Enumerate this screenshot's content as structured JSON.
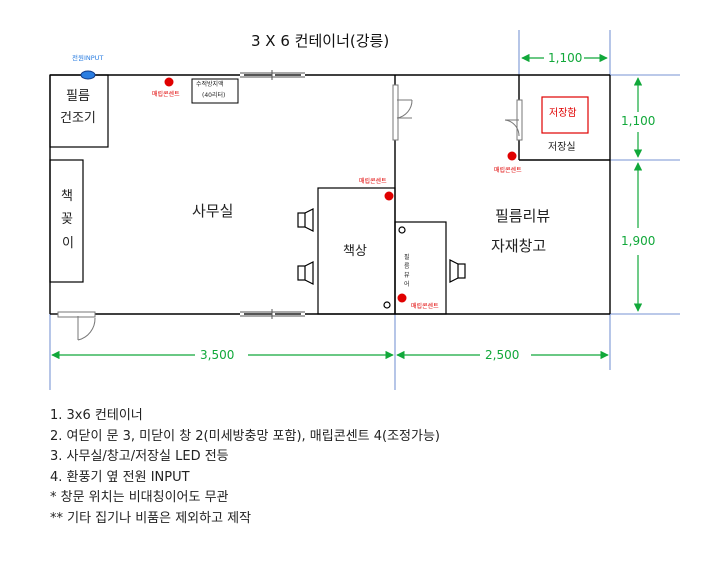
{
  "title": "3 X 6 컨테이너(강릉)",
  "labels": {
    "power_input": "전원INPUT",
    "film_dryer_1": "필름",
    "film_dryer_2": "건조기",
    "water_tank_1": "수적방지액",
    "water_tank_2": "(40리터)",
    "bookshelf_1": "책",
    "bookshelf_2": "꽂",
    "bookshelf_3": "이",
    "office": "사무실",
    "desk": "책상",
    "film_viewer_1": "필",
    "film_viewer_2": "름",
    "film_viewer_3": "뷰",
    "film_viewer_4": "어",
    "storage_room_1": "필름리뷰",
    "storage_room_2": "자재창고",
    "safe": "저장함",
    "safe_room": "저장실",
    "outlet": "매립콘센트"
  },
  "dimensions": {
    "top_width": "1,100",
    "right_upper": "1,100",
    "right_lower": "1,900",
    "bottom_left": "3,500",
    "bottom_right": "2,500"
  },
  "notes": [
    "1. 3x6 컨테이너",
    "2. 여닫이 문 3, 미닫이 창 2(미세방충망 포함), 매립콘센트 4(조정가능)",
    "3. 사무실/창고/저장실 LED 전등",
    "4. 환풍기 옆 전원 INPUT",
    "*  창문 위치는 비대칭이어도 무관",
    "** 기타 집기나 비품은 제외하고 제작"
  ],
  "colors": {
    "wall": "#000000",
    "dimension": "#11a83a",
    "guide": "#4a6fc4",
    "outlet": "#e00000",
    "power": "#2a7de1"
  }
}
